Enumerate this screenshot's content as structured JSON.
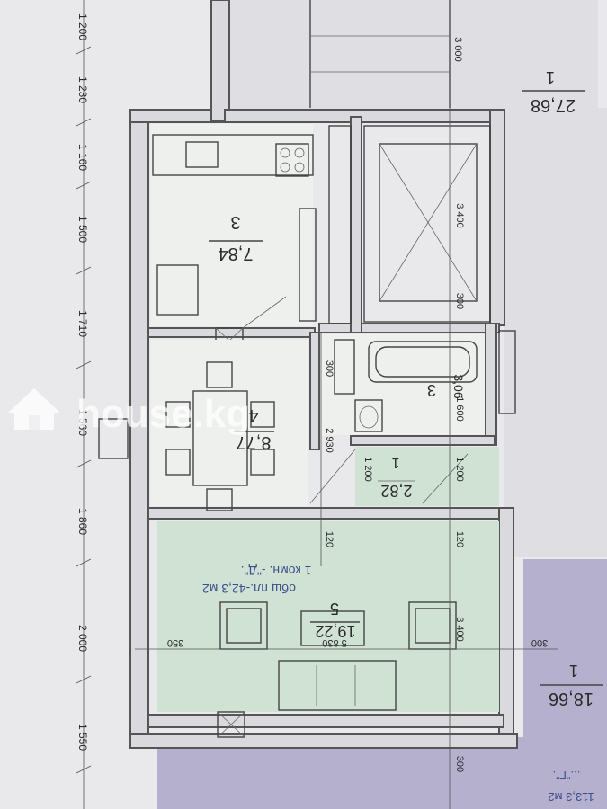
{
  "rooms": {
    "room_1_top": {
      "number": "1",
      "area": "27,68"
    },
    "kitchen": {
      "number": "3",
      "area": "7,84"
    },
    "dining": {
      "number": "4",
      "area": "8,77"
    },
    "hall": {
      "number": "1",
      "area": "2,82"
    },
    "bath": {
      "number": "3",
      "area": "3,06"
    },
    "living": {
      "number": "5",
      "area": "19,22",
      "title": "1 комн. -\"Д\".",
      "subtitle": "общ пл.-42,3 м2"
    },
    "room_1_right": {
      "number": "1",
      "area": "18,66"
    },
    "room_g": {
      "title": "...\"Г\".",
      "subtitle": "113,3 м2"
    }
  },
  "dimensions": {
    "left": [
      "1 200",
      "1 230",
      "1 160",
      "1 500",
      "1 710",
      "1 560",
      "1 860",
      "2 000",
      "1 550"
    ],
    "elevator_top": "3 000",
    "elevator": "3 400",
    "living_height": "3 400",
    "dining_width": "2 930",
    "hall_w1": "1 200",
    "hall_w2": "1 200",
    "w120a": "120",
    "w120b": "120",
    "w300a": "300",
    "w300b": "300",
    "w300c": "300",
    "w300d": "300",
    "w350": "350",
    "w5830": "5 830",
    "w1600": "1 600"
  },
  "watermark": {
    "text": "house.kg"
  }
}
